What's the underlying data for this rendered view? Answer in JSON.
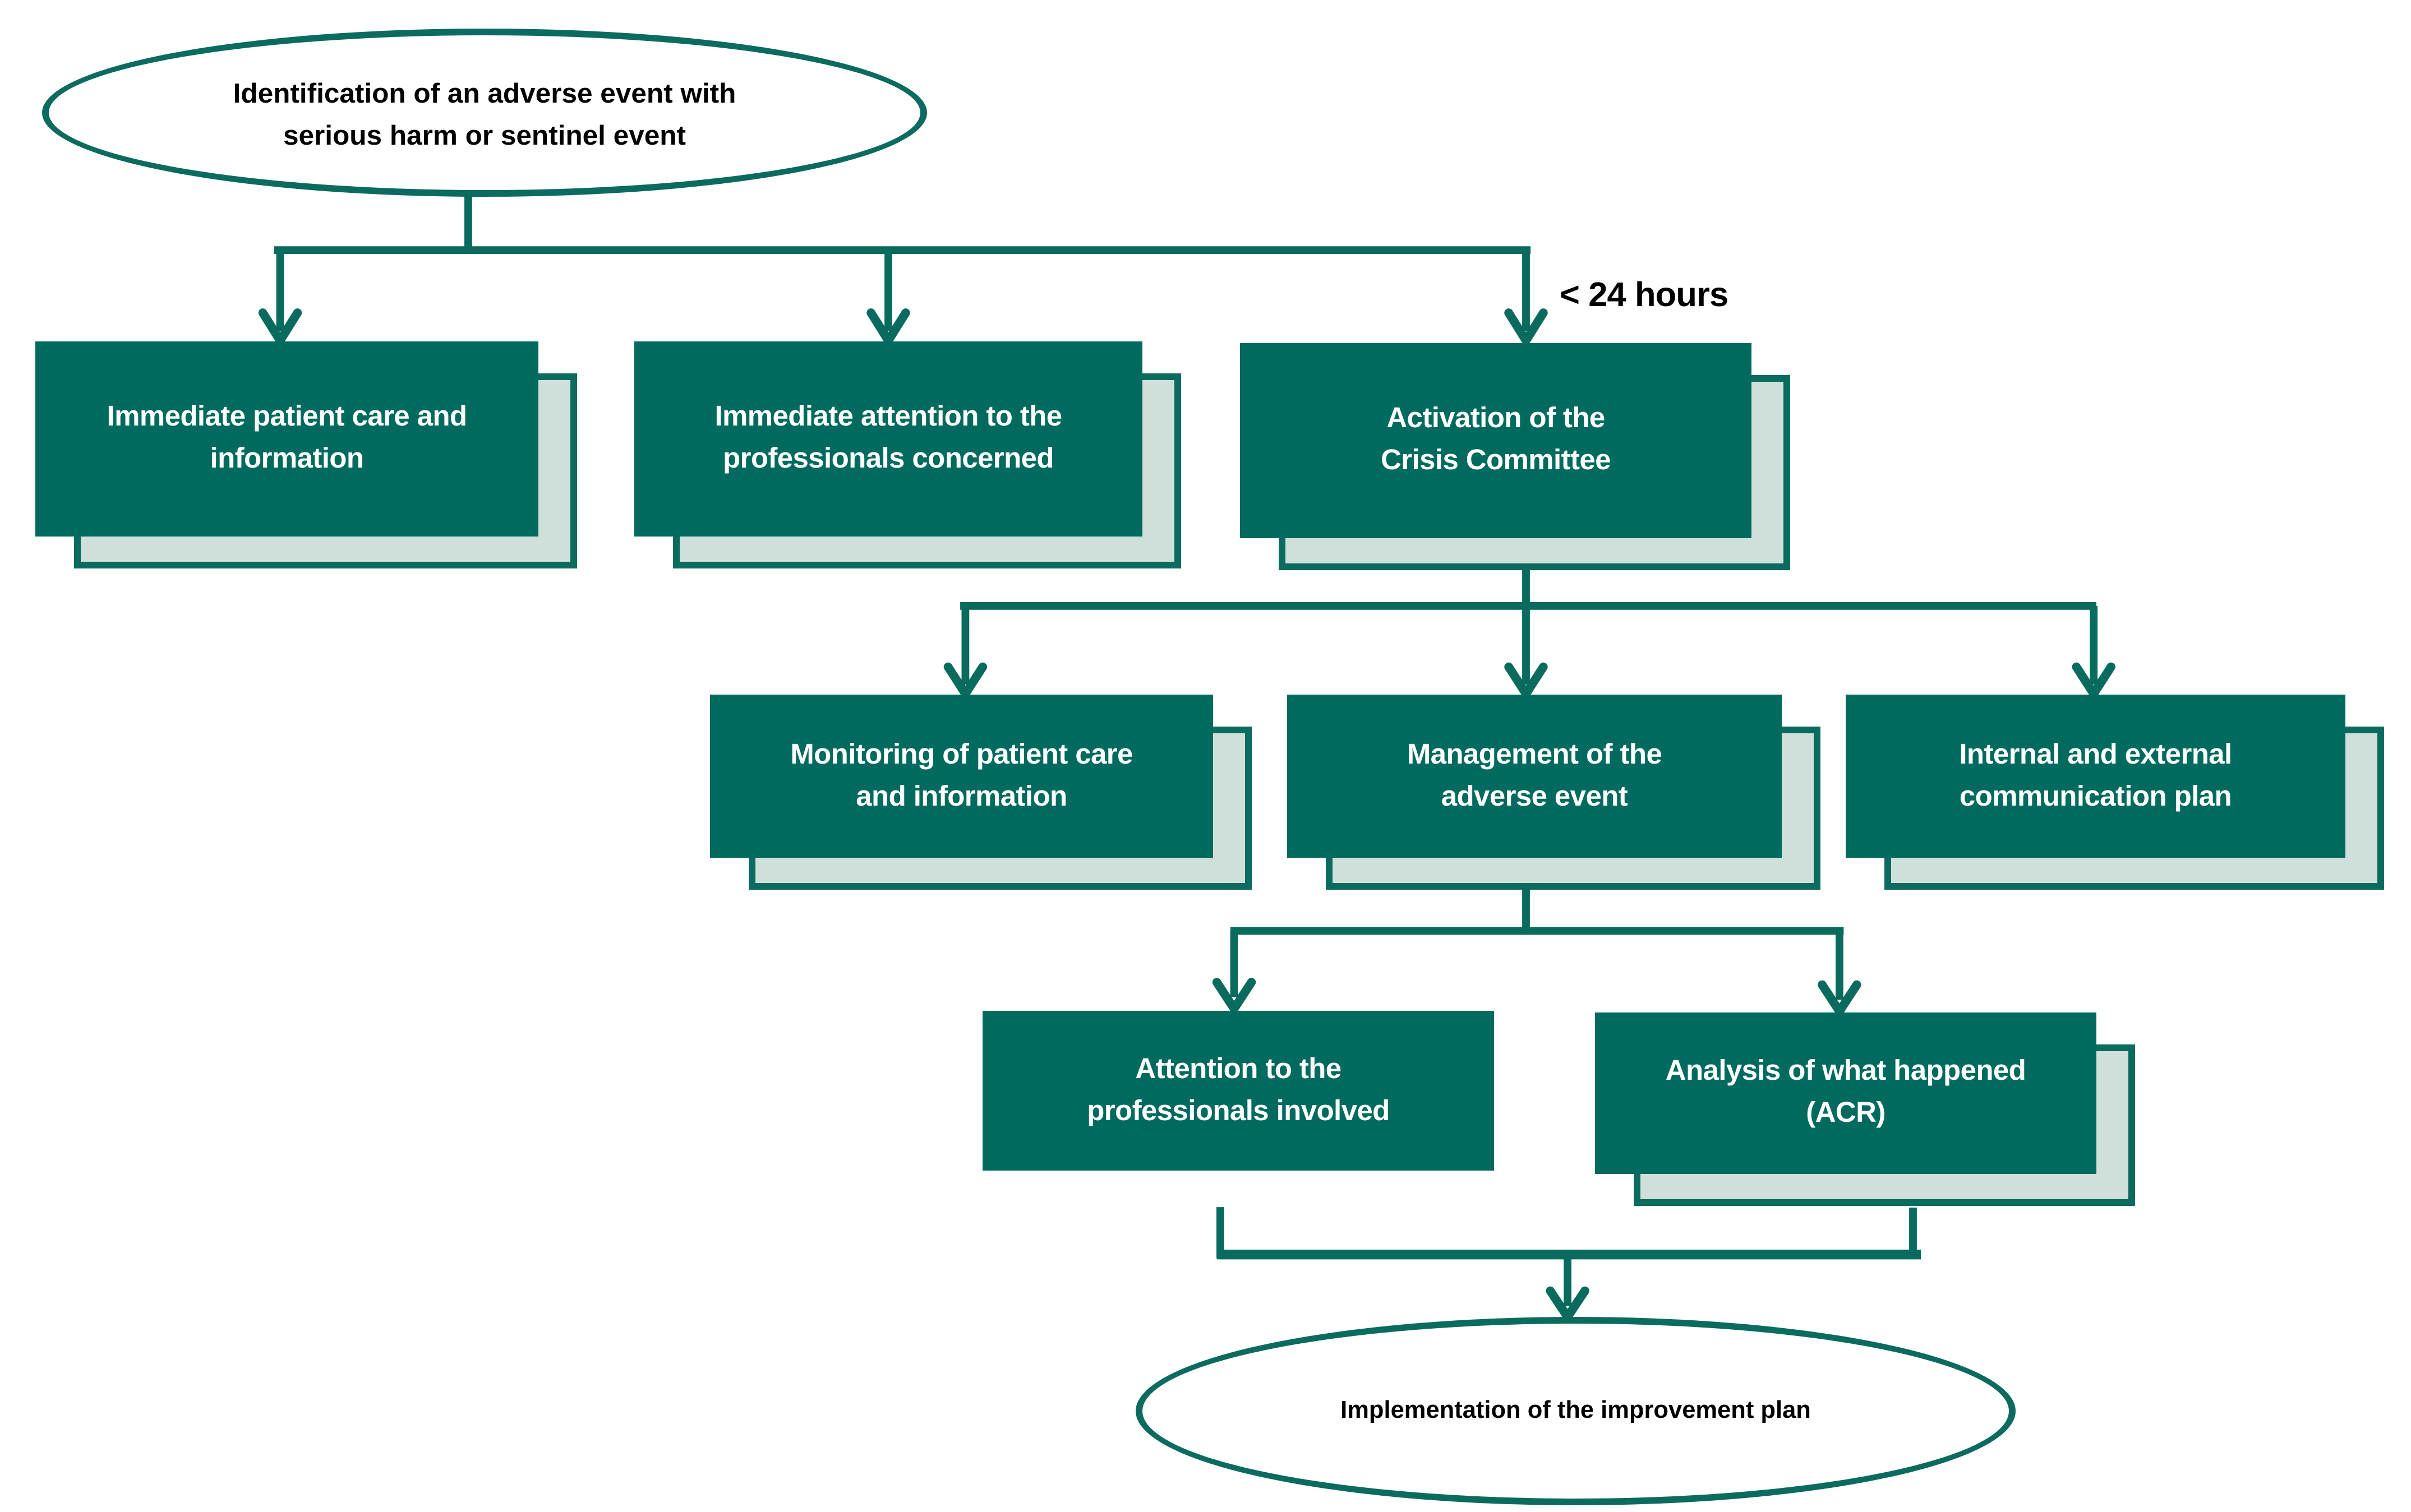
{
  "colors": {
    "teal_fill": "#006a5e",
    "line_teal": "#086b5d",
    "shadow_fill": "#cfe0db",
    "shadow_border": "#0a6b5e",
    "text_on_teal": "#ffffff",
    "text_dark": "#000000",
    "background": "#ffffff"
  },
  "flowchart": {
    "start": {
      "label": "Identification of an adverse event with\nserious harm or sentinel event"
    },
    "time_annotation": "< 24 hours",
    "nodes": [
      {
        "id": "immediate-patient-care",
        "label": "Immediate patient care and\ninformation",
        "has_shadow": true
      },
      {
        "id": "immediate-attention-professionals",
        "label": "Immediate attention to the\nprofessionals concerned",
        "has_shadow": true
      },
      {
        "id": "activation-crisis-committee",
        "label": "Activation of the\nCrisis Committee",
        "has_shadow": true
      },
      {
        "id": "monitoring-patient-care",
        "label": "Monitoring of patient care\nand information",
        "has_shadow": true
      },
      {
        "id": "management-adverse-event",
        "label": "Management of the\nadverse event",
        "has_shadow": true
      },
      {
        "id": "internal-external-communication",
        "label": "Internal and external\ncommunication plan",
        "has_shadow": true
      },
      {
        "id": "attention-professionals-involved",
        "label": "Attention to the\nprofessionals involved",
        "has_shadow": false
      },
      {
        "id": "analysis-acr",
        "label": "Analysis of what happened\n(ACR)",
        "has_shadow": true
      }
    ],
    "end": {
      "label": "Implementation of the improvement plan"
    }
  }
}
